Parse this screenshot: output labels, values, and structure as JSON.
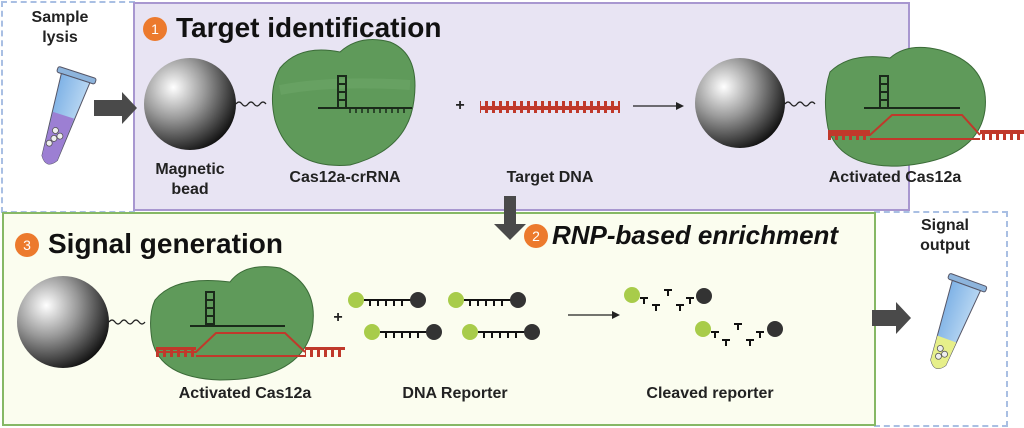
{
  "left_step": {
    "label_line1": "Sample",
    "label_line2": "lysis"
  },
  "right_step": {
    "label_line1": "Signal",
    "label_line2": "output"
  },
  "step1": {
    "number": "1",
    "title": "Target identification",
    "labels": {
      "bead_line1": "Magnetic",
      "bead_line2": "bead",
      "cas": "Cas12a-crRNA",
      "target": "Target DNA",
      "activated": "Activated Cas12a"
    },
    "plus": "+"
  },
  "step2": {
    "number": "2",
    "title": "RNP-based enrichment"
  },
  "step3": {
    "number": "3",
    "title": "Signal generation",
    "labels": {
      "activated": "Activated Cas12a",
      "reporter": "DNA Reporter",
      "cleaved": "Cleaved reporter"
    },
    "plus": "+"
  },
  "colors": {
    "panel1_bg": "#e8e4f3",
    "panel1_border": "#a897d0",
    "panel3_bg": "#fbfdef",
    "panel3_border": "#86b865",
    "dashed_border": "#a9bfe3",
    "step_badge": "#ec7a2d",
    "protein": "#5f9a5a",
    "dna_red": "#c0392b",
    "fluorophore": "#a8cc4a",
    "quencher": "#333333",
    "arrow_gray": "#4a4a4a"
  }
}
